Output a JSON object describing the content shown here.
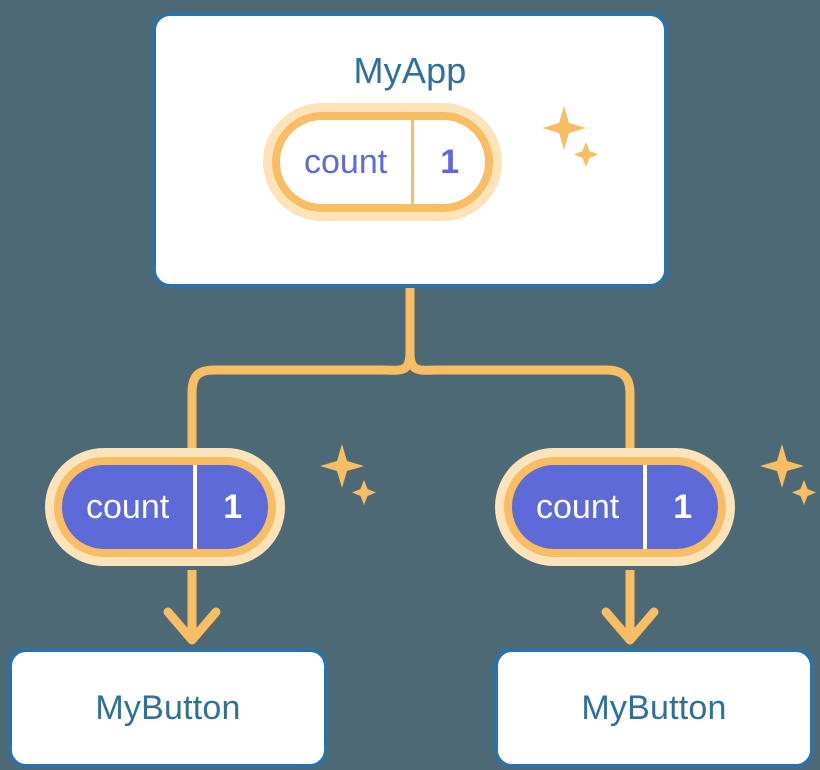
{
  "diagram": {
    "title": "signal propagation tree",
    "background_color": "#4d6976",
    "accent_color": "#f9bd63",
    "accent_glow_color": "#fde3ba",
    "card_border_color": "#2c72a4",
    "card_text_color": "#2e7099",
    "signal_color": "#5d6ad8"
  },
  "root": {
    "card_label": "MyApp",
    "signal": {
      "name": "count",
      "value": "1",
      "style": "light"
    },
    "sparkle_icon": "sparkles-icon"
  },
  "branches": [
    {
      "signal": {
        "name": "count",
        "value": "1",
        "style": "solid"
      },
      "sparkle_icon": "sparkles-icon",
      "card_label": "MyButton",
      "arrow_icon": "arrow-down-icon"
    },
    {
      "signal": {
        "name": "count",
        "value": "1",
        "style": "solid"
      },
      "sparkle_icon": "sparkles-icon",
      "card_label": "MyButton",
      "arrow_icon": "arrow-down-icon"
    }
  ],
  "connectors": {
    "trunk_icon": "trunk-line",
    "fork_icon": "fork-branch-line"
  }
}
